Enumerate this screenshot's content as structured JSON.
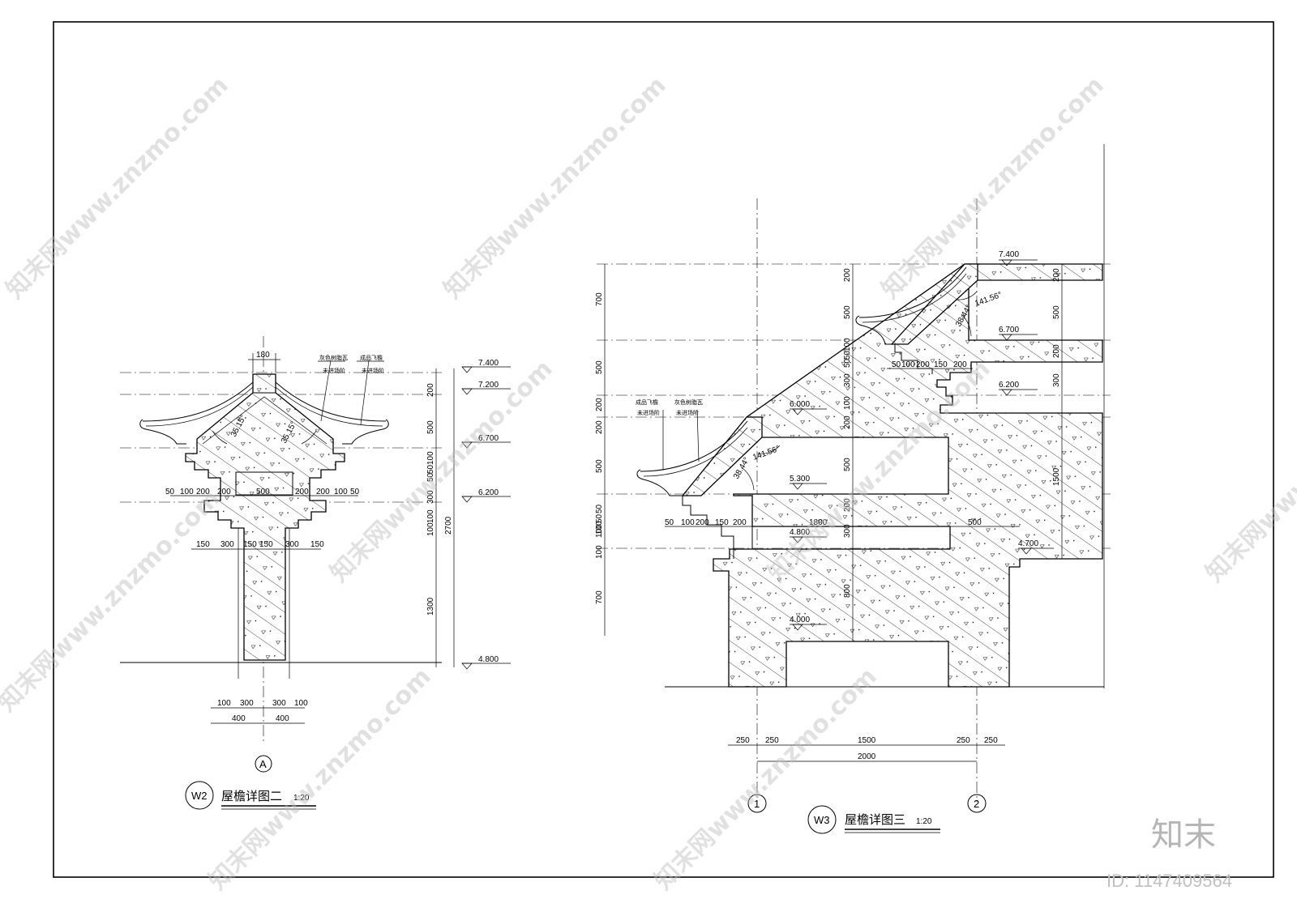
{
  "left_detail": {
    "bubble": "W2",
    "title": "屋檐详图二",
    "scale": "1:20",
    "axis": "A",
    "notes": [
      "灰色树脂瓦",
      "未进场阶",
      "成品飞檐",
      "未进场阶"
    ],
    "angles": [
      "35.15°",
      "35.15°"
    ],
    "top_dim": "180",
    "row_dims_1": [
      "50",
      "100",
      "200",
      "200",
      "500",
      "200",
      "200",
      "100",
      "50"
    ],
    "row_dims_2": [
      "150",
      "300",
      "150",
      "150",
      "300",
      "150"
    ],
    "bottom_dims_1": [
      "100",
      "300",
      "300",
      "100"
    ],
    "bottom_dims_2": [
      "400",
      "400"
    ],
    "v_dims": [
      "200",
      "500",
      "100",
      "50",
      "50",
      "300",
      "100",
      "100",
      "1300"
    ],
    "v_total": "2700",
    "levels": [
      "7.400",
      "7.200",
      "6.700",
      "6.200",
      "4.800"
    ]
  },
  "right_detail": {
    "bubble": "W3",
    "title": "屋檐详图三",
    "scale": "1:20",
    "axis_1": "1",
    "axis_2": "2",
    "notes": [
      "成品飞檐",
      "未进场阶",
      "灰色树脂瓦",
      "未进场阶"
    ],
    "angles": [
      "141.56°",
      "38.44°",
      "141.56°",
      "38.44°"
    ],
    "upper_row_dims": [
      "50",
      "100",
      "200",
      "150",
      "200"
    ],
    "lower_row_dims": [
      "50",
      "100",
      "200",
      "150",
      "200"
    ],
    "inner_dims": [
      "1800",
      "500"
    ],
    "bottom_dims_1": [
      "250",
      "250",
      "1500",
      "250",
      "250"
    ],
    "bottom_dim_total": "2000",
    "left_v_dims": [
      "700",
      "500",
      "200",
      "200",
      "500",
      "100",
      "100",
      "700"
    ],
    "mid_v_dims": [
      "200",
      "500",
      "100",
      "50",
      "50",
      "300",
      "100",
      "200",
      "500",
      "200",
      "300",
      "800"
    ],
    "right_v_dims": [
      "200",
      "500",
      "200",
      "300",
      "1500"
    ],
    "left_small_dims": [
      "50",
      "50",
      "100"
    ],
    "levels": [
      "7.400",
      "6.700",
      "6.200",
      "6.000",
      "5.300",
      "4.800",
      "4.700",
      "4.000"
    ]
  },
  "watermark": {
    "text": "知末网www.znzmo.com",
    "brand": "知末",
    "id": "ID: 1147409564"
  }
}
